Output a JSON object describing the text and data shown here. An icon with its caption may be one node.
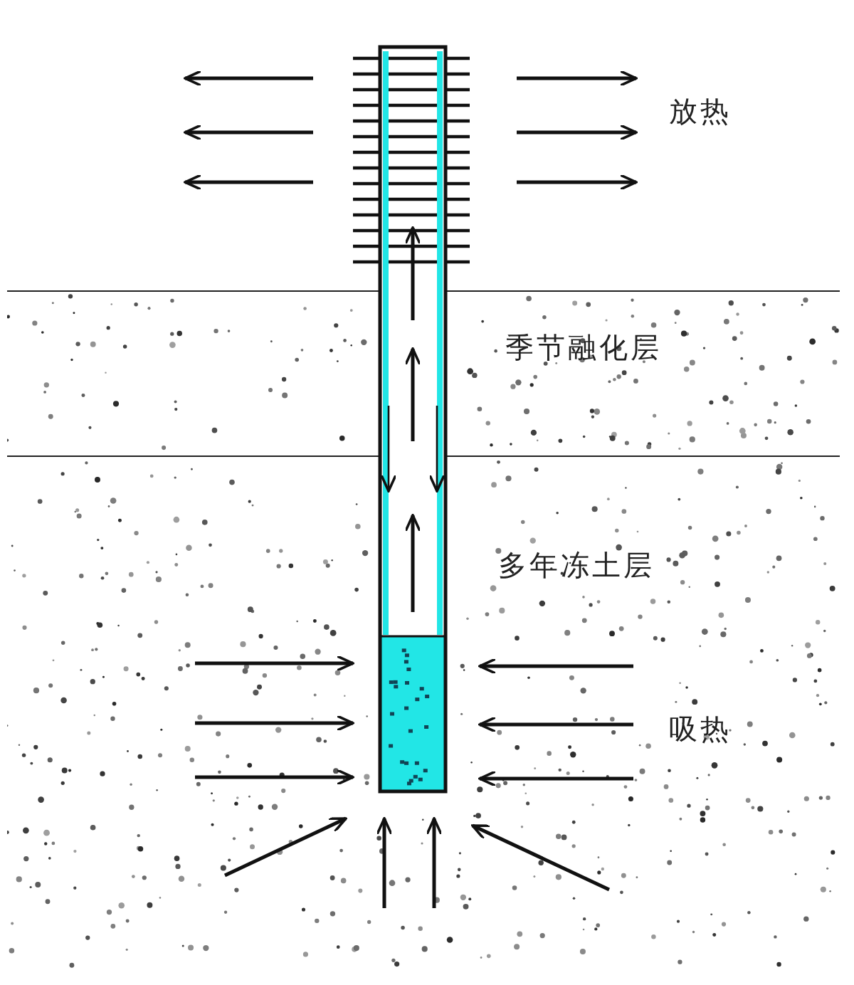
{
  "diagram": {
    "labels": [
      "放热",
      "季节融化层",
      "多年冻土层",
      "吸热"
    ]
  }
}
